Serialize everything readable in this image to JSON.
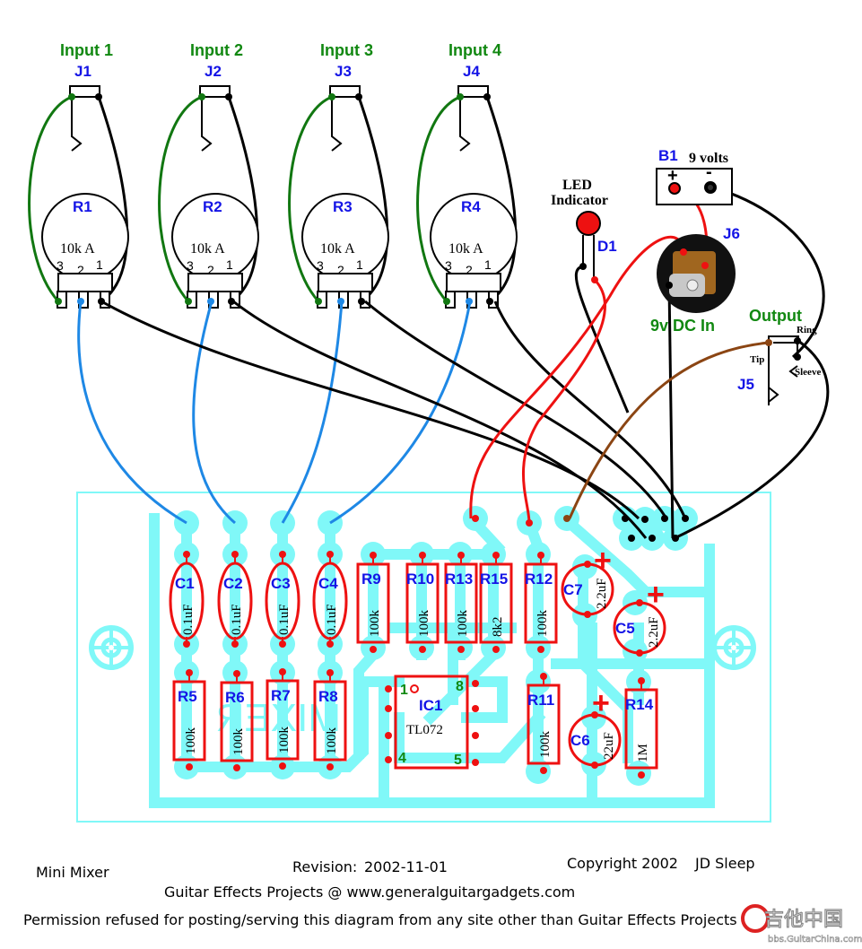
{
  "title": "Mini Mixer",
  "inputs": [
    {
      "label": "Input 1",
      "jack": "J1",
      "pot": "R1",
      "pot_value": "10k A"
    },
    {
      "label": "Input 2",
      "jack": "J2",
      "pot": "R2",
      "pot_value": "10k A"
    },
    {
      "label": "Input 3",
      "jack": "J3",
      "pot": "R3",
      "pot_value": "10k A"
    },
    {
      "label": "Input 4",
      "jack": "J4",
      "pot": "R4",
      "pot_value": "10k A"
    }
  ],
  "pot_pins": [
    "3",
    "2",
    "1"
  ],
  "led": {
    "label_line1": "LED",
    "label_line2": "Indicator",
    "ref": "D1"
  },
  "battery": {
    "ref": "B1",
    "label": "9 volts",
    "plus": "+",
    "minus": "-"
  },
  "dc_jack": {
    "ref": "J6",
    "label": "9v DC In"
  },
  "output": {
    "label": "Output",
    "ref": "J5",
    "tip": "Tip",
    "ring": "Ring",
    "sleeve": "Sleeve"
  },
  "board": {
    "watermark": "MIXER",
    "capacitors": [
      {
        "ref": "C1",
        "value": "0.1uF"
      },
      {
        "ref": "C2",
        "value": "0.1uF"
      },
      {
        "ref": "C3",
        "value": "0.1uF"
      },
      {
        "ref": "C4",
        "value": "0.1uF"
      },
      {
        "ref": "C5",
        "value": "2.2uF"
      },
      {
        "ref": "C6",
        "value": "22uF"
      },
      {
        "ref": "C7",
        "value": "2.2uF"
      }
    ],
    "resistors": [
      {
        "ref": "R5",
        "value": "100k"
      },
      {
        "ref": "R6",
        "value": "100k"
      },
      {
        "ref": "R7",
        "value": "100k"
      },
      {
        "ref": "R8",
        "value": "100k"
      },
      {
        "ref": "R9",
        "value": "100k"
      },
      {
        "ref": "R10",
        "value": "100k"
      },
      {
        "ref": "R13",
        "value": "100k"
      },
      {
        "ref": "R15",
        "value": "8k2"
      },
      {
        "ref": "R12",
        "value": "100k"
      },
      {
        "ref": "R11",
        "value": "100k"
      },
      {
        "ref": "R14",
        "value": "1M"
      }
    ],
    "ic": {
      "ref": "IC1",
      "part": "TL072",
      "pins": {
        "p1": "1",
        "p4": "4",
        "p5": "5",
        "p8": "8"
      }
    },
    "polarity_mark": "+"
  },
  "footer": {
    "project": "Mini Mixer",
    "revision_label": "Revision:",
    "revision": "2002-11-01",
    "copyright": "Copyright 2002",
    "author": "JD Sleep",
    "site_line": "Guitar Effects Projects @ www.generalguitargadgets.com",
    "permission": "Permission refused for posting/serving this diagram from any site other than Guitar Effects Projects",
    "watermark_cn": "吉他中国",
    "watermark_url": "bbs.GuitarChina.com"
  },
  "colors": {
    "pcb_trace": "#80f8f8",
    "part_outline": "#ee1111",
    "ref_label": "#1414e6",
    "green_label": "#118811",
    "wire_blue": "#1e88e5",
    "wire_green": "#117711",
    "wire_black": "#000000",
    "wire_red": "#ee1111",
    "wire_brown": "#8b4513"
  }
}
